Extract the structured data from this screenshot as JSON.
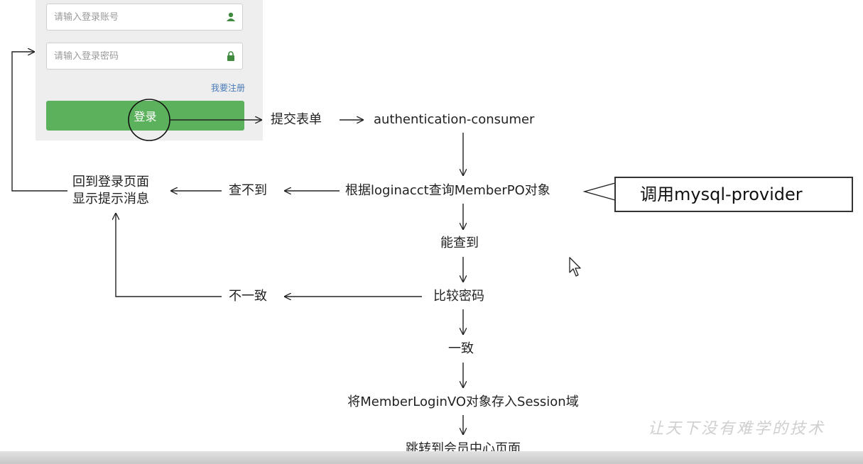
{
  "login_form": {
    "account_placeholder": "请输入登录账号",
    "password_placeholder": "请输入登录密码",
    "register_link": "我要注册",
    "login_button": "登录",
    "accent_color": "#5cb25c"
  },
  "flow": {
    "submit_form": "提交表单",
    "auth_consumer": "authentication-consumer",
    "query_member": "根据loginacct查询MemberPO对象",
    "call_provider": "调用mysql-provider",
    "not_found": "查不到",
    "back_to_login_line1": "回到登录页面",
    "back_to_login_line2": "显示提示消息",
    "found": "能查到",
    "compare_password": "比较密码",
    "mismatch": "不一致",
    "match": "一致",
    "store_session": "将MemberLoginVO对象存入Session域",
    "redirect_center": "跳转到会员中心页面"
  },
  "watermark": "让天下没有难学的技术"
}
